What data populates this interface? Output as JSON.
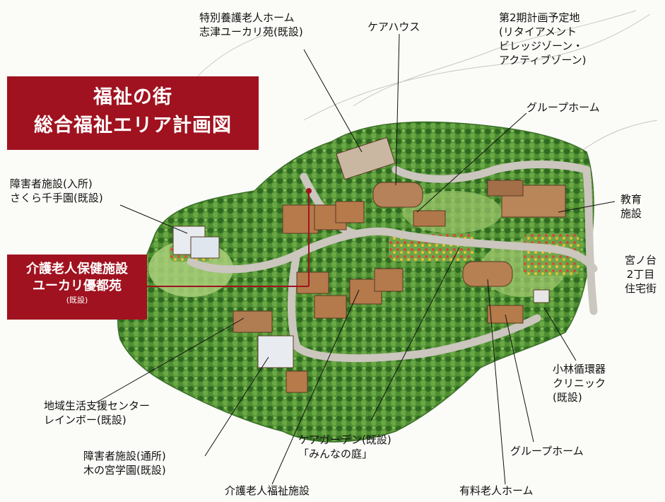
{
  "title": {
    "line1": "福祉の街",
    "line2": "総合福祉エリア計画図"
  },
  "highlight": {
    "line1": "介護老人保健施設",
    "line2": "ユーカリ優都苑",
    "line3": "(既設)"
  },
  "labels": {
    "tokuyou": [
      "特別養護老人ホーム",
      "志津ユーカリ苑(既設)"
    ],
    "carehouse": [
      "ケアハウス"
    ],
    "phase2": [
      "第2期計画予定地",
      "(リタイアメント",
      "ビレッジゾーン・",
      "アクティブゾーン)"
    ],
    "grouphome_top": [
      "グループホーム"
    ],
    "education": [
      "教育",
      "施設"
    ],
    "residential": [
      "宮ノ台",
      "2丁目",
      "住宅街"
    ],
    "disabled_res": [
      "障害者施設(入所)",
      "さくら千手園(既設)"
    ],
    "clinic": [
      "小林循環器",
      "クリニック",
      "(既設)"
    ],
    "support_center": [
      "地域生活支援センター",
      "レインボー(既設)"
    ],
    "disabled_day": [
      "障害者施設(通所)",
      "木の宮学園(既設)"
    ],
    "care_garden": [
      "ケアガーデン(既設)",
      "「みんなの庭」"
    ],
    "grouphome_bottom": [
      "グループホーム"
    ],
    "welfare": [
      "介護老人福祉施設"
    ],
    "paid_home": [
      "有料老人ホーム"
    ]
  },
  "colors": {
    "accent": "#a0121f",
    "forest": "#3f7a2c",
    "road": "#c9c4bc"
  }
}
